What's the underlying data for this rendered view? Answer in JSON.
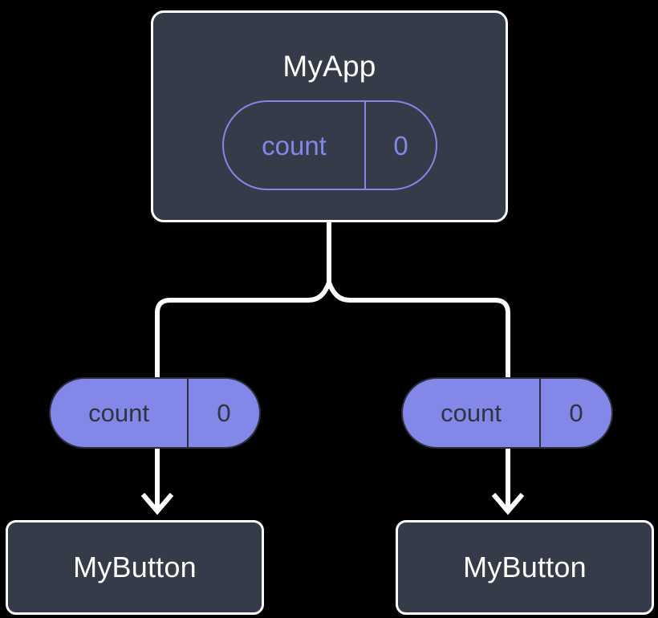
{
  "diagram": {
    "title_text": "",
    "background_color": "#000000",
    "edge_color": "#FFFFFF",
    "node_fill": "#353B49",
    "node_border": "#FFFFFF",
    "pill_accent": "#8287E8",
    "pill_text_dark": "#2E3440"
  },
  "root": {
    "label": "MyApp",
    "state": {
      "key": "count",
      "value": "0"
    }
  },
  "branches": [
    {
      "state": {
        "key": "count",
        "value": "0"
      },
      "child": {
        "label": "MyButton"
      }
    },
    {
      "state": {
        "key": "count",
        "value": "0"
      },
      "child": {
        "label": "MyButton"
      }
    }
  ]
}
